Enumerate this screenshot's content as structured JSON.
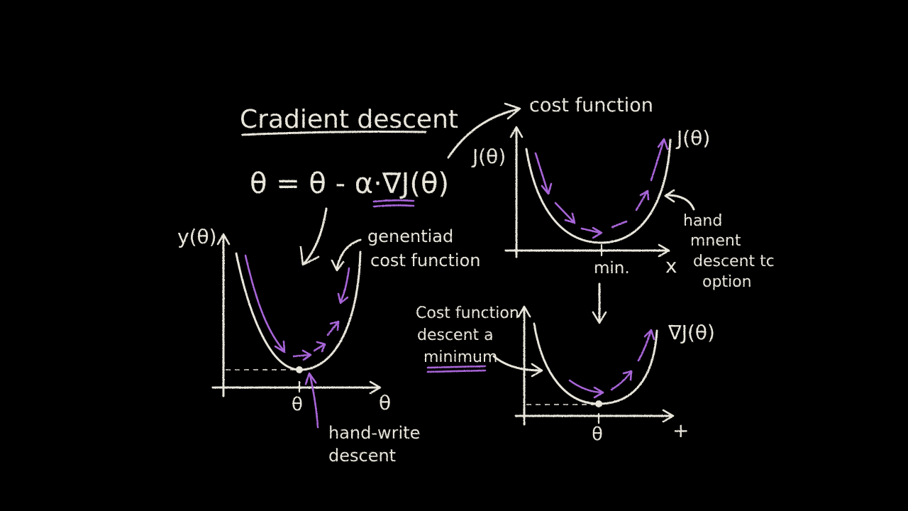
{
  "title": "Cradient descent",
  "formula": "θ = θ - α·∇J(θ)",
  "top_right_label": "cost function",
  "left_plot": {
    "y_label": "y(θ)",
    "x_label": "θ",
    "min_label": "θ",
    "note_lines": [
      "genentiad",
      "cost function"
    ],
    "bottom_lines": [
      "hand-write",
      "descent"
    ]
  },
  "top_plot": {
    "y_label": "J(θ)",
    "curve_label": "J(θ)",
    "min_label": "min.",
    "x_label": "x",
    "note_lines": [
      "hand",
      "mnent",
      "descent tc",
      "option"
    ]
  },
  "bottom_plot": {
    "curve_label": "∇J(θ)",
    "min_label": "θ",
    "x_label": "+",
    "note_lines": [
      "Cost function",
      "descent a",
      "minimum"
    ]
  },
  "colors": {
    "chalk": "#e9e6dc",
    "accent": "#a865d8",
    "background": "#000000"
  }
}
